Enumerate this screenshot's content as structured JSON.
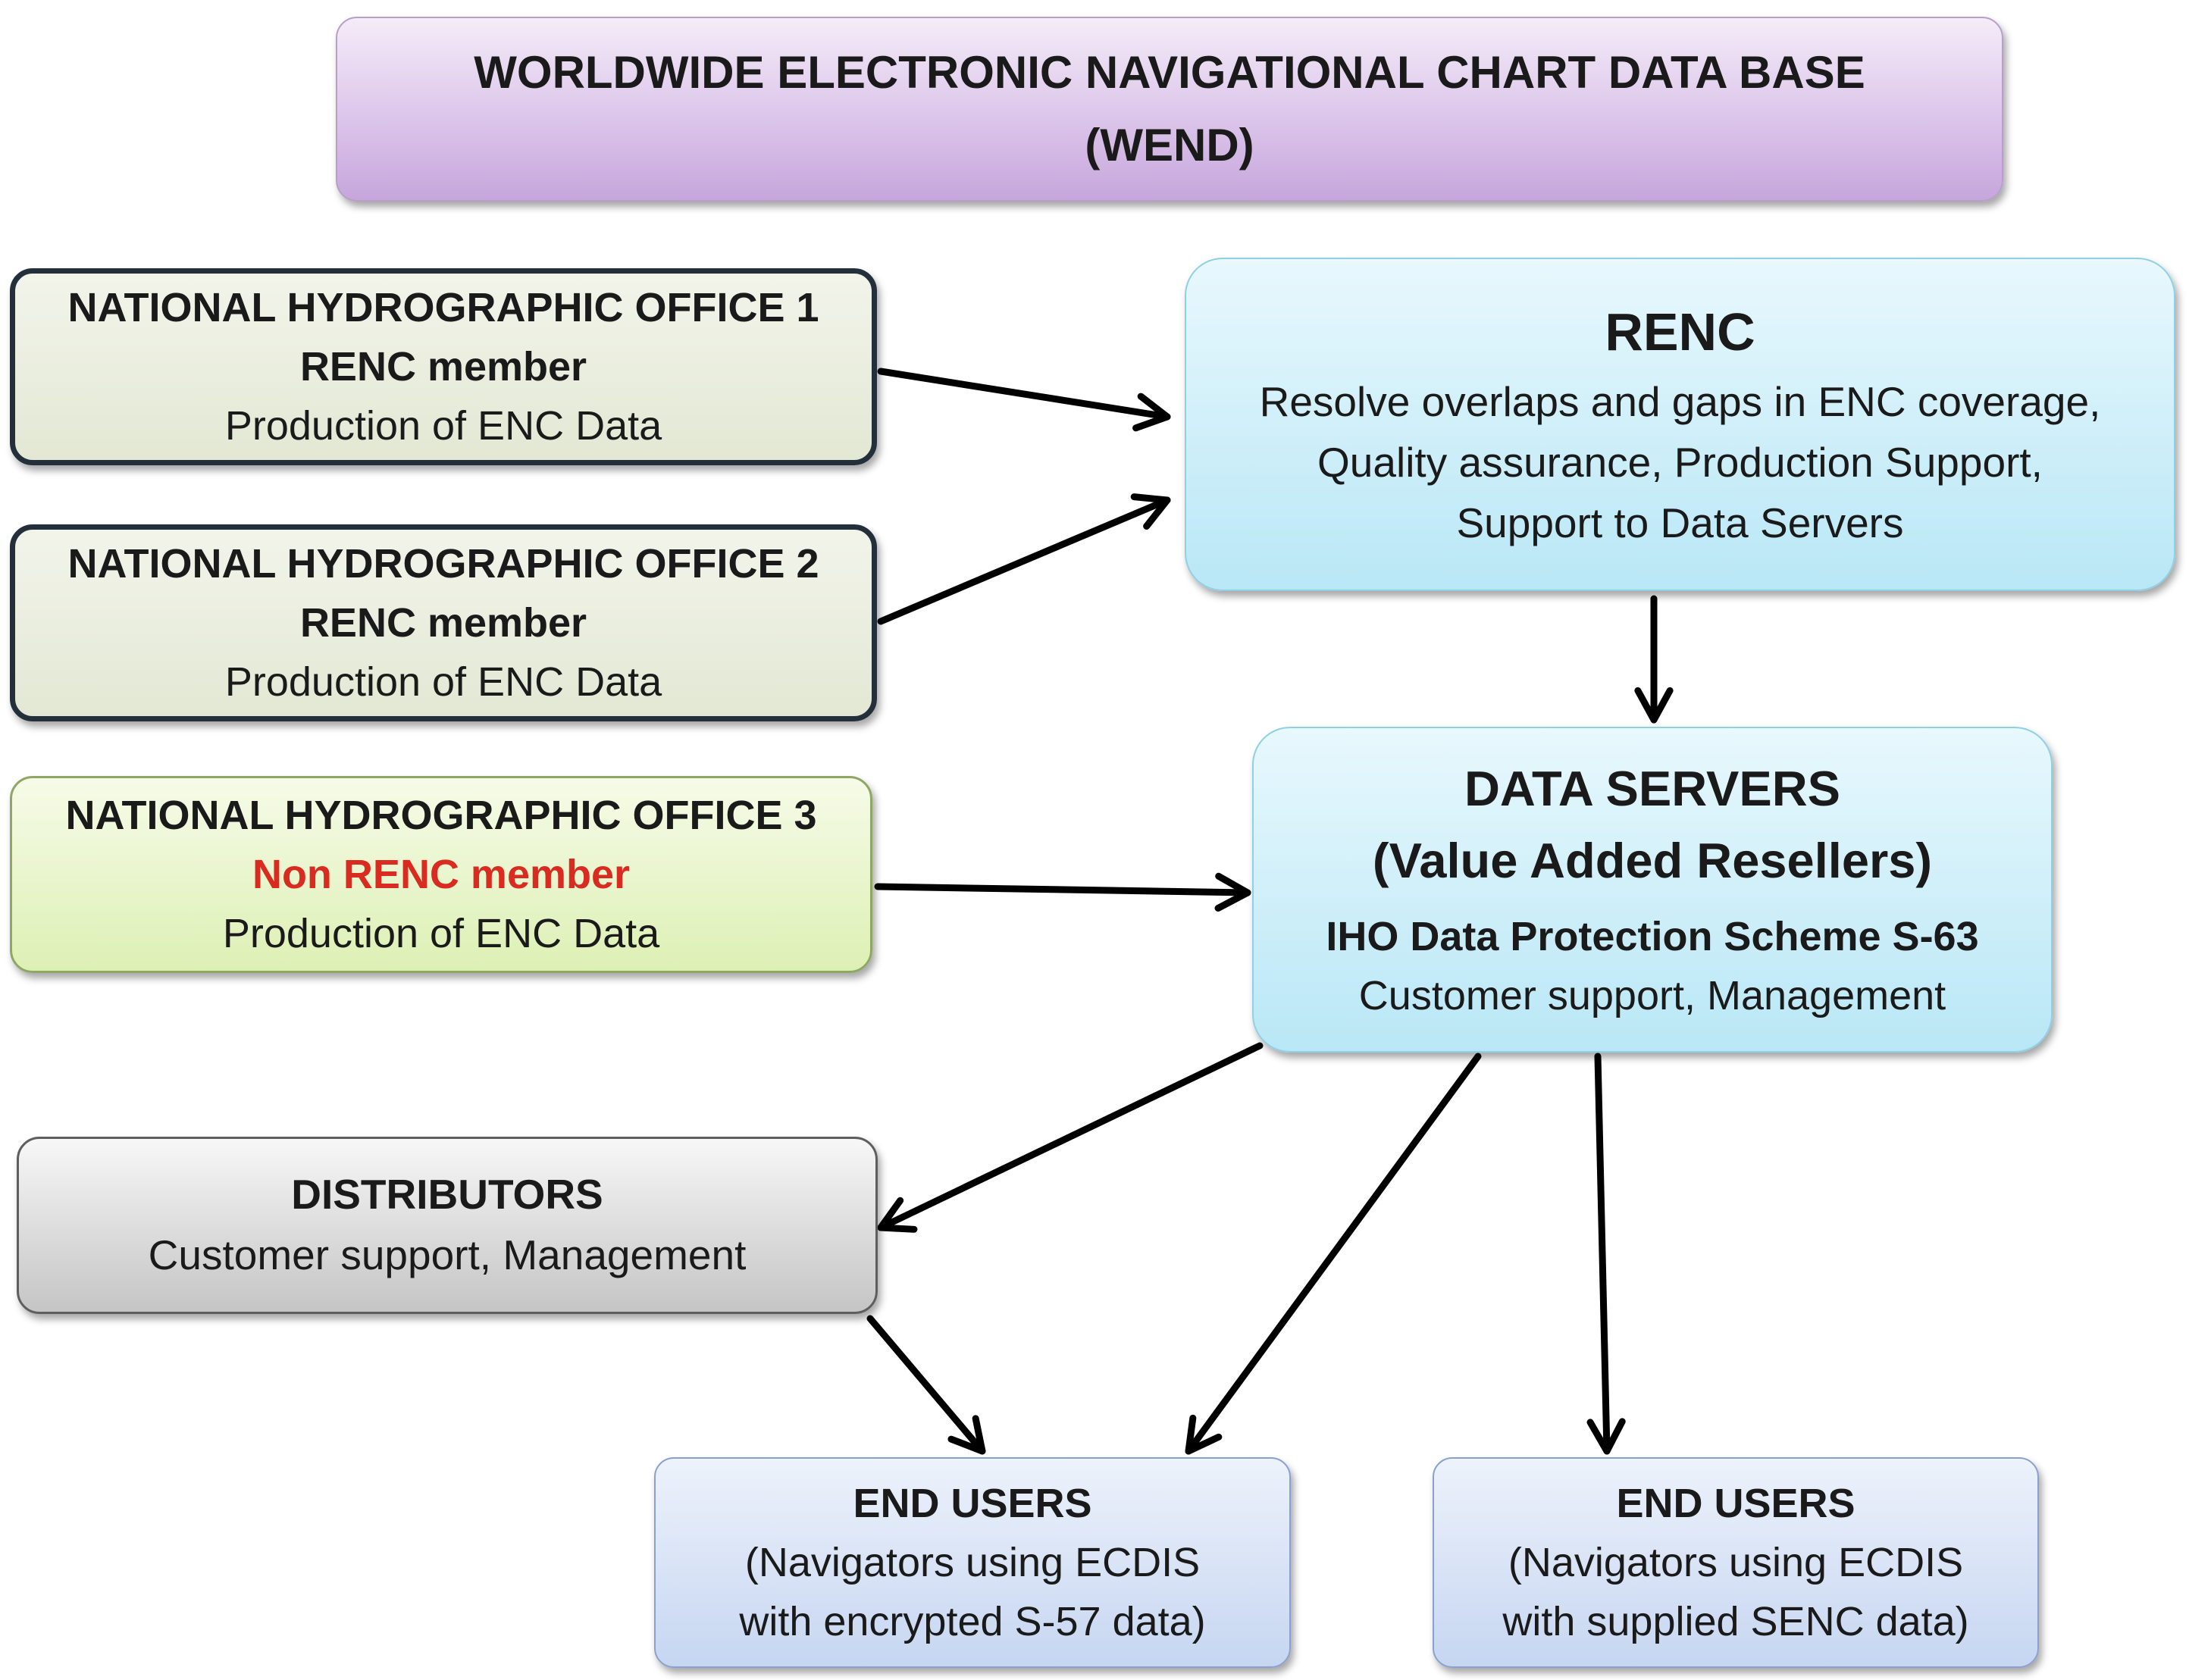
{
  "wend": {
    "line1": "WORLDWIDE ELECTRONIC NAVIGATIONAL CHART DATA BASE",
    "line2": "(WEND)"
  },
  "nho_1": {
    "title": "NATIONAL HYDROGRAPHIC OFFICE  1",
    "membership": "RENC member",
    "role": "Production  of ENC Data"
  },
  "nho_2": {
    "title": "NATIONAL HYDROGRAPHIC OFFICE  2",
    "membership": "RENC member",
    "role": "Production  of ENC Data"
  },
  "nho_3": {
    "title": "NATIONAL HYDROGRAPHIC OFFICE  3",
    "membership": "Non RENC member",
    "role": "Production  of ENC Data",
    "membership_color": "#d92b1f"
  },
  "renc": {
    "title": "RENC",
    "line1": "Resolve overlaps and gaps in ENC coverage,",
    "line2": "Quality assurance, Production  Support,",
    "line3": "Support  to  Data Servers"
  },
  "data_servers": {
    "title1": "DATA SERVERS",
    "title2": "(Value Added Resellers)",
    "scheme": "IHO Data Protection Scheme S-63",
    "desc": "Customer support,  Management"
  },
  "distributors": {
    "title": "DISTRIBUTORS",
    "desc": "Customer  support,  Management"
  },
  "end_users_1": {
    "title": "END USERS",
    "line1": "(Navigators using ECDIS",
    "line2": "with encrypted  S-57 data)"
  },
  "end_users_2": {
    "title": "END USERS",
    "line1": "(Navigators using ECDIS",
    "line2": "with supplied SENC data)"
  },
  "colors": {
    "arrow": "#000000",
    "wend_fill": "#d8c2e8",
    "renc_fill": "#c7ecf8",
    "nho_fill": "#e8ecdc",
    "nho3_fill": "#e3f3c0",
    "distributors_fill": "#d6d6d6",
    "end_users_fill": "#d3e0f5"
  }
}
